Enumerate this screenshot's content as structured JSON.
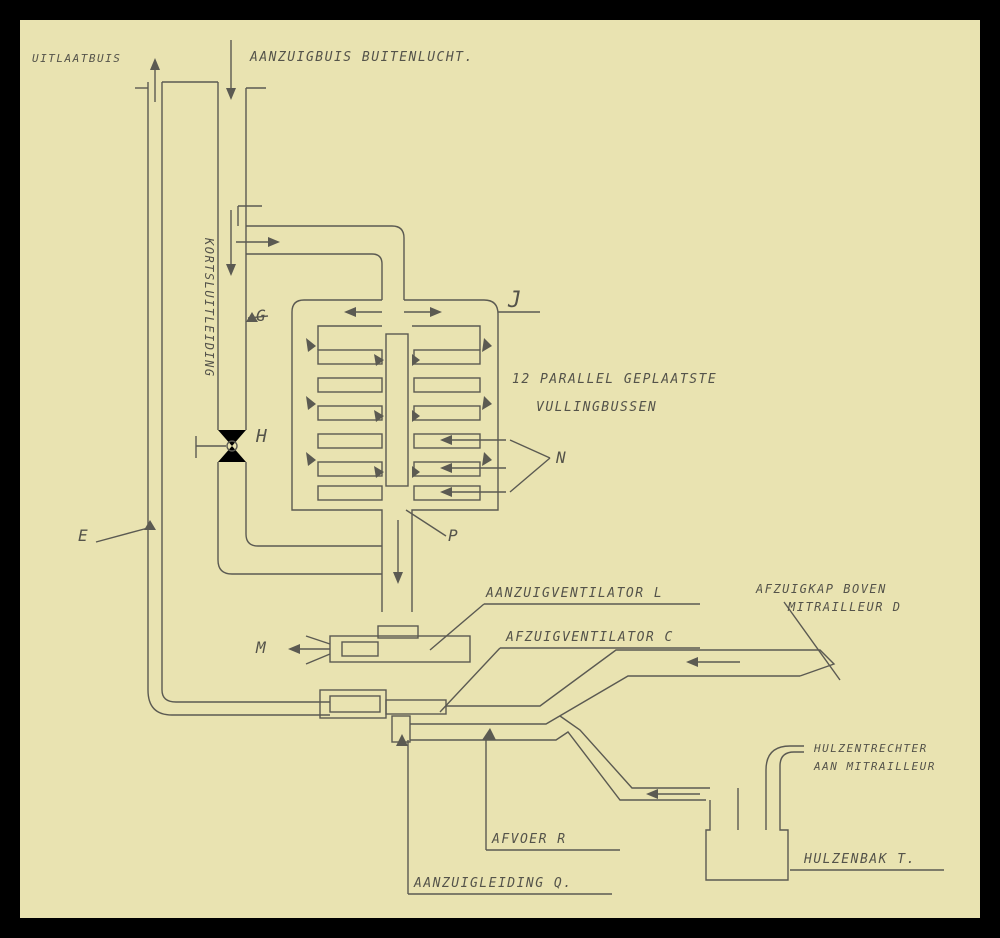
{
  "labels": {
    "uitlaatbuis": "UITLAATBUIS",
    "aanzuig_buitenlucht": "AANZUIGBUIS BUITENLUCHT.",
    "kortsluitleiding": "KORTSLUITLEIDING",
    "g": "G",
    "h": "H",
    "j": "J",
    "e": "E",
    "vullingbussen_line1": "12 PARALLEL GEPLAATSTE",
    "vullingbussen_line2": "VULLINGBUSSEN",
    "n": "N",
    "p": "P",
    "aanzuigventilator": "AANZUIGVENTILATOR L",
    "afzuigkap": "AFZUIGKAP BOVEN",
    "mitrailleur_d": "MITRAILLEUR D",
    "m": "M",
    "afzuigventilator": "AFZUIGVENTILATOR C",
    "hulzentrechter_line1": "HULZENTRECHTER",
    "hulzentrechter_line2": "AAN MITRAILLEUR",
    "afvoer_r": "AFVOER R",
    "aanzuigleiding_q": "AANZUIGLEIDING Q.",
    "hulzenbak_t": "HULZENBAK T."
  },
  "colors": {
    "paper": "#e9e3b1",
    "ink": "#5b5a52",
    "frame": "#000000"
  }
}
